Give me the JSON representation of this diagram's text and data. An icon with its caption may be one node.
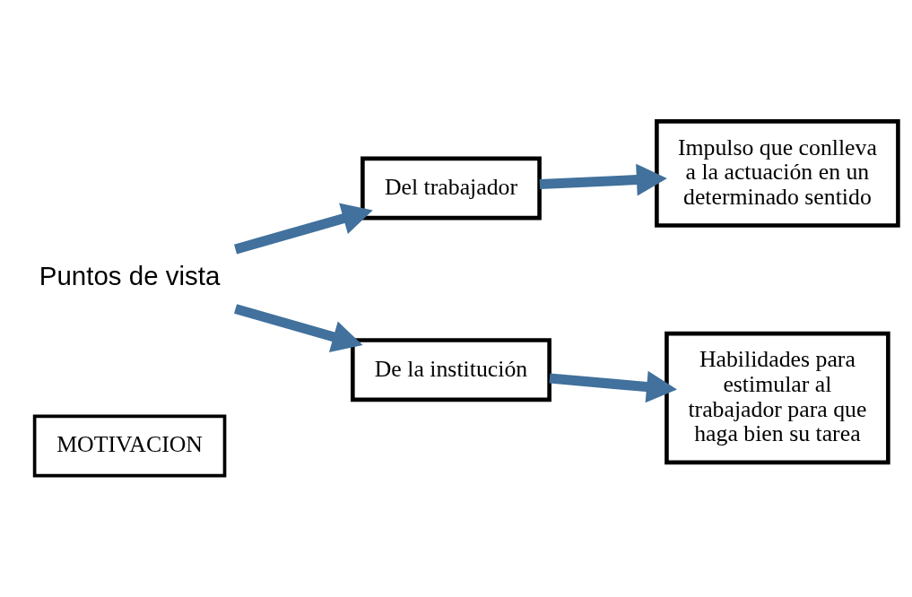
{
  "diagram": {
    "nodes": [
      {
        "text": [
          "MOTIVACION"
        ]
      },
      {
        "text": [
          "Puntos de vista"
        ]
      },
      {
        "text": [
          "Del trabajador"
        ]
      },
      {
        "text": [
          "De la institución"
        ]
      },
      {
        "text": [
          "Impulso que conlleva a la actuación en un determinado sentido"
        ]
      },
      {
        "text": [
          "Habilidades para estimular al trabajador para que haga bien su tarea"
        ]
      }
    ],
    "edges": [
      {
        "from": 1,
        "to": 2,
        "arrow": "to"
      },
      {
        "from": 1,
        "to": 3,
        "arrow": "to"
      },
      {
        "from": 2,
        "to": 4,
        "arrow": "to"
      },
      {
        "from": 3,
        "to": 5,
        "arrow": "to"
      }
    ]
  }
}
